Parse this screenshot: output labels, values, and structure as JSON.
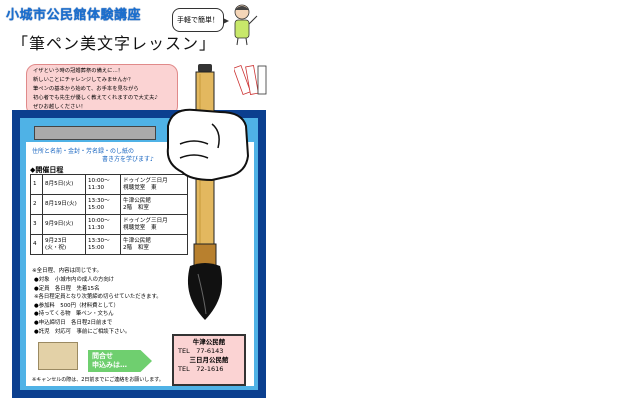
{
  "header": {
    "title": "小城市公民館体験講座"
  },
  "bubble": {
    "text": "手軽で簡単！"
  },
  "main_title": "「筆ペン美文字レッスン」",
  "intro": {
    "lines": [
      "イザという時の冠婚葬祭の備えに…！",
      "新しいことにチャレンジしてみませんか？",
      "筆ペンの基本から始めて、お手本を見ながら",
      "初心者でも先生が優しく教えてくれますので大丈夫♪",
      "ぜひお越しください！"
    ]
  },
  "subject": {
    "line1": "住所と名前・金封・芳名録・のし紙の",
    "line2": "書き方を学びます♪"
  },
  "schedule": {
    "heading": "◆開催日程",
    "rows": [
      {
        "no": "1",
        "date": "8月5日(火)",
        "time1": "10:00～",
        "time2": "11:30",
        "venue1": "ドゥイング三日月",
        "venue2": "視聴覚室　東"
      },
      {
        "no": "2",
        "date": "8月19日(火)",
        "time1": "13:30～",
        "time2": "15:00",
        "venue1": "牛津公民館",
        "venue2": "2階　和室"
      },
      {
        "no": "3",
        "date": "9月9日(火)",
        "time1": "10:00～",
        "time2": "11:30",
        "venue1": "ドゥイング三日月",
        "venue2": "視聴覚室　東"
      },
      {
        "no": "4",
        "date": "9月23日",
        "date2": "(火・祝)",
        "time1": "13:30～",
        "time2": "15:00",
        "venue1": "牛津公民館",
        "venue2": "2階　和室"
      }
    ]
  },
  "note": "※全日程、内容は同じです。",
  "details": {
    "lines": [
      "●対象　小城市内の成人の方向け",
      "●定員　各日程　先着15名",
      "※各日程定員となり次第締め切らせていただきます。",
      "●参加料　500円（材料費として）",
      "●持ってくる物　筆ペン・文ちん",
      "●申込締切日　各日程2日前まで",
      "●託児　対応可　事前にご相談下さい。"
    ]
  },
  "inquiry": {
    "line1": "問合せ",
    "line2": "申込みは…"
  },
  "contact": {
    "office1": "牛津公民館",
    "tel1": "TEL　77-6143",
    "office2": "三日月公民館",
    "tel2": "TEL　72-1616"
  },
  "cancel_note": "※キャンセルの際は、2日前までにご連絡をお願いします。",
  "colors": {
    "header_blue": "#1a6fd0",
    "frame_dark": "#0b3f8f",
    "frame_light": "#4fb2e6",
    "pink": "#fbd3d3",
    "green": "#6fcf6f"
  }
}
